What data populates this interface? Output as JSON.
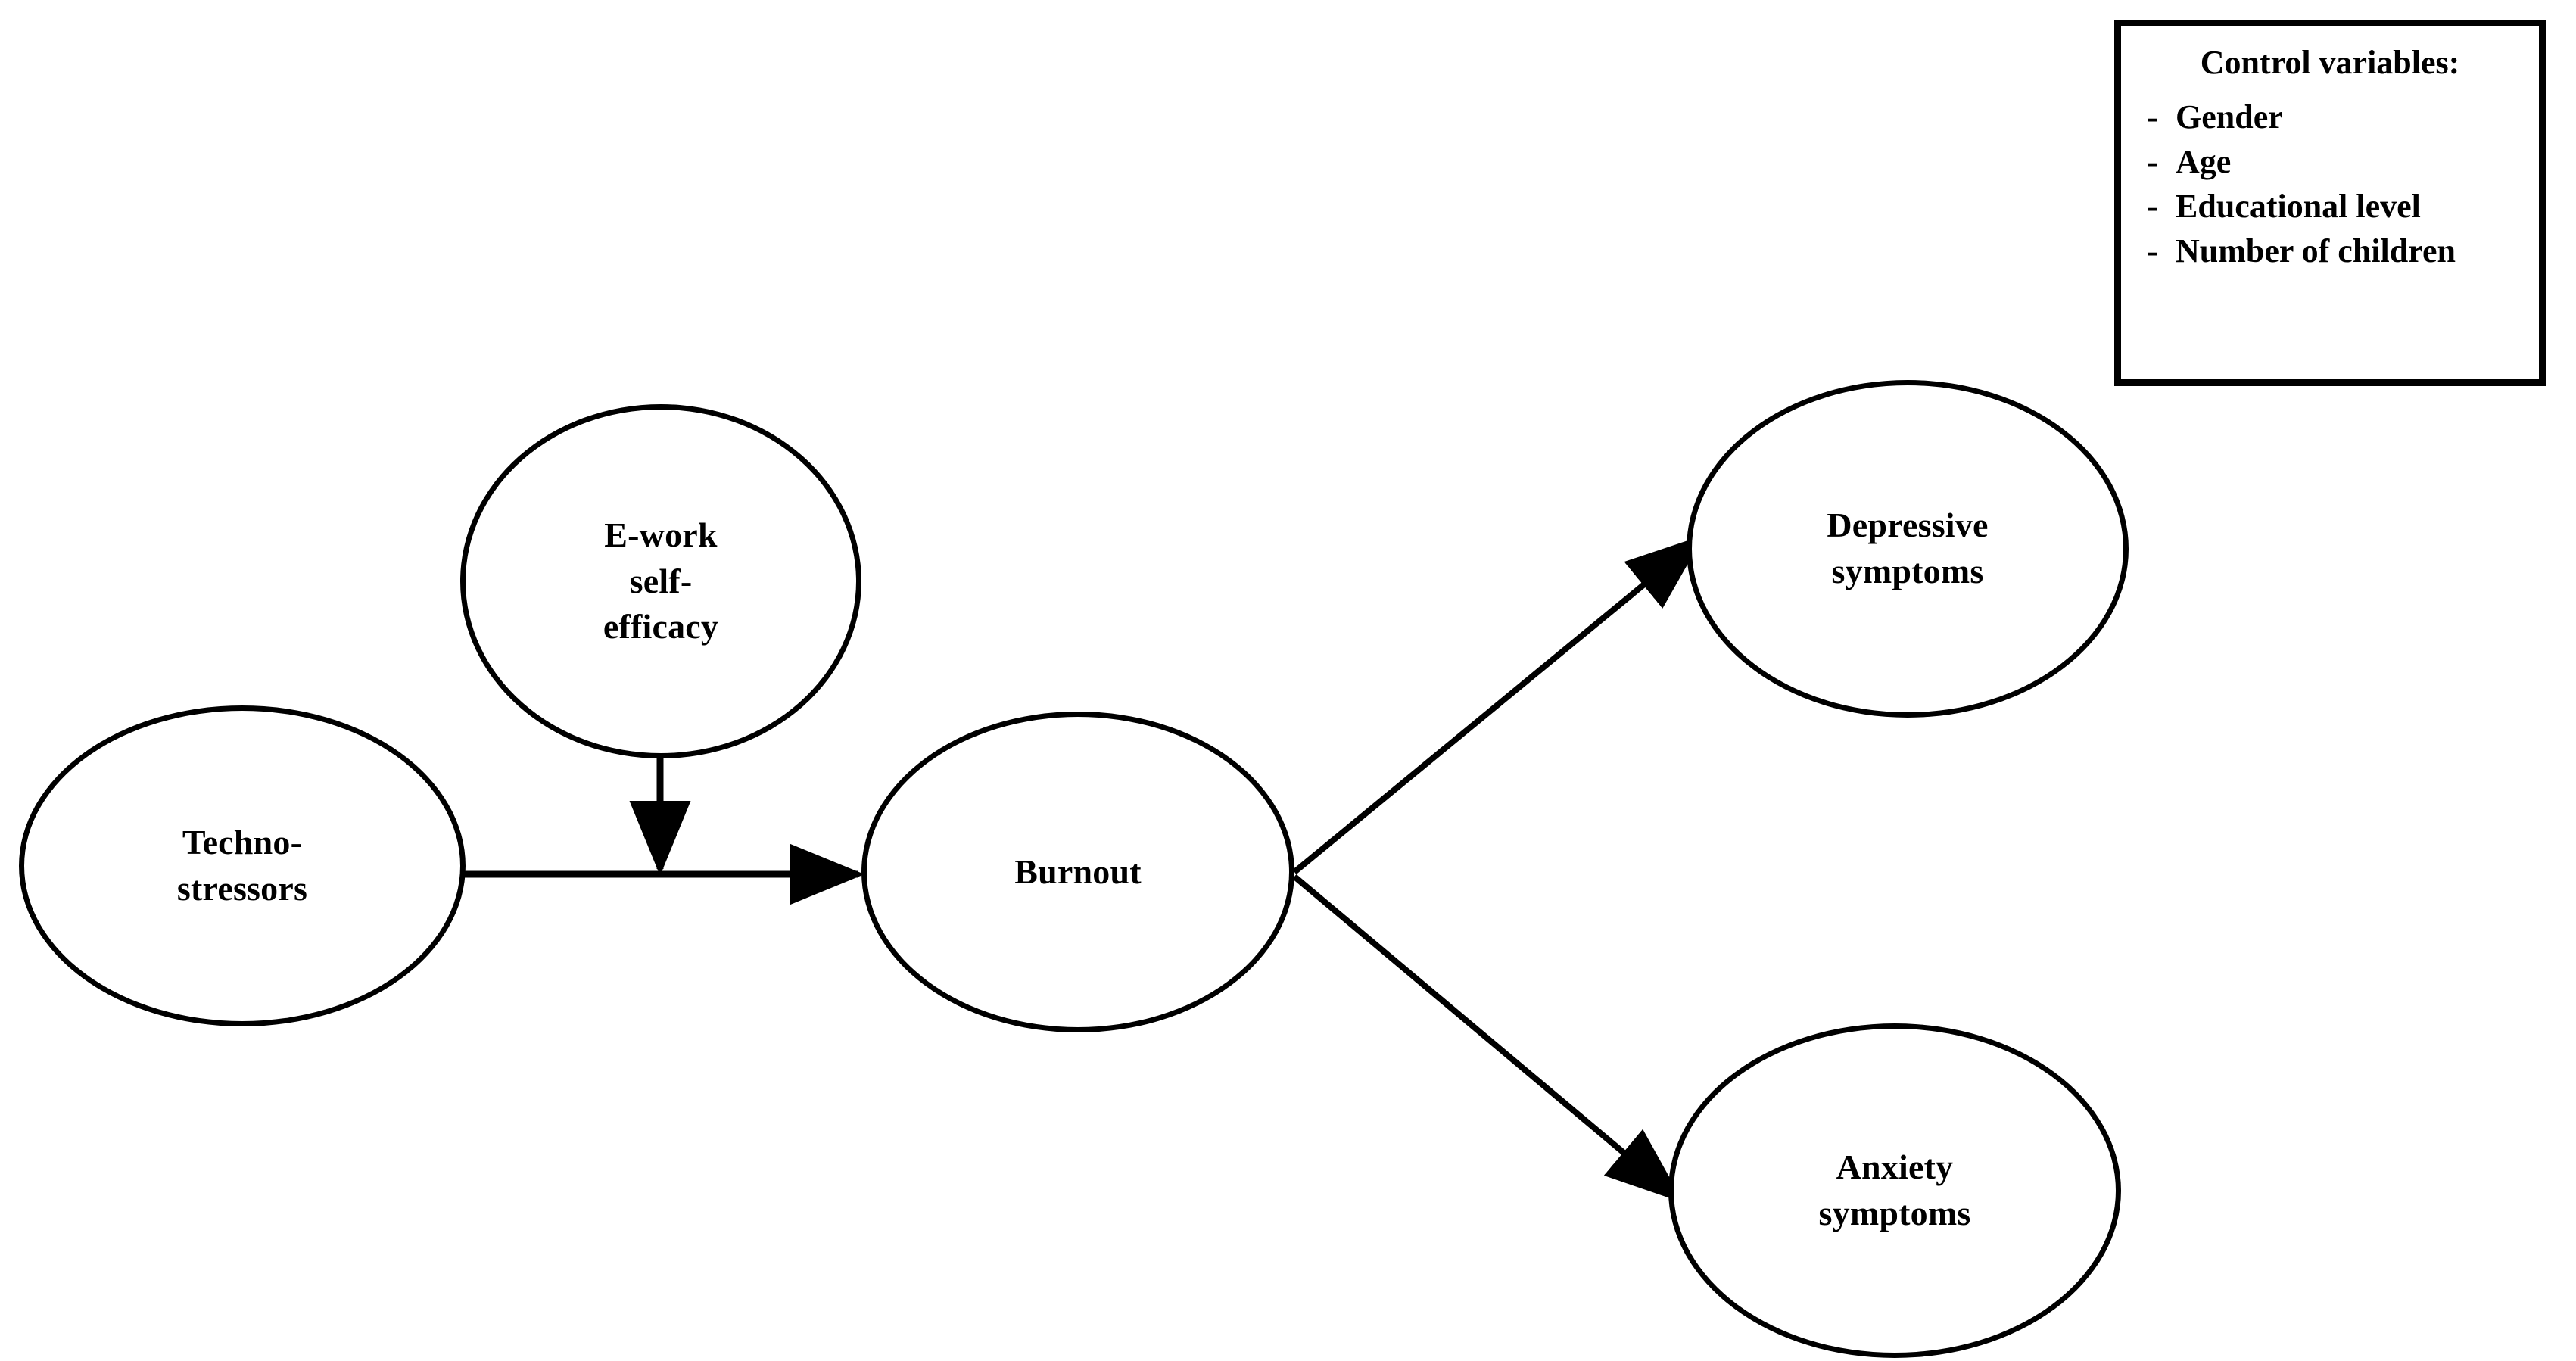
{
  "diagram": {
    "type": "conceptual-model",
    "background_color": "#ffffff",
    "line_color": "#000000",
    "nodes": [
      {
        "id": "technostressors",
        "label": "Techno-\nstressors",
        "shape": "ellipse",
        "role": "predictor"
      },
      {
        "id": "ework",
        "label": "E-work\nself-\nefficacy",
        "shape": "ellipse",
        "role": "moderator"
      },
      {
        "id": "burnout",
        "label": "Burnout",
        "shape": "ellipse",
        "role": "mediator"
      },
      {
        "id": "depressive",
        "label": "Depressive\nsymptoms",
        "shape": "ellipse",
        "role": "outcome"
      },
      {
        "id": "anxiety",
        "label": "Anxiety\nsymptoms",
        "shape": "ellipse",
        "role": "outcome"
      }
    ],
    "edges": [
      {
        "id": "edge-techno-burnout",
        "from": "technostressors",
        "to": "burnout",
        "style": "straight-arrow"
      },
      {
        "id": "edge-ework-moderation",
        "from": "ework",
        "to": "edge-techno-burnout",
        "style": "moderation-arrow"
      },
      {
        "id": "edge-burnout-depressive",
        "from": "burnout",
        "to": "depressive",
        "style": "straight-arrow"
      },
      {
        "id": "edge-burnout-anxiety",
        "from": "burnout",
        "to": "anxiety",
        "style": "straight-arrow"
      }
    ]
  },
  "control_box": {
    "title": "Control variables:",
    "bullet": "-",
    "items": [
      "Gender",
      "Age",
      "Educational level",
      "Number of children"
    ]
  }
}
